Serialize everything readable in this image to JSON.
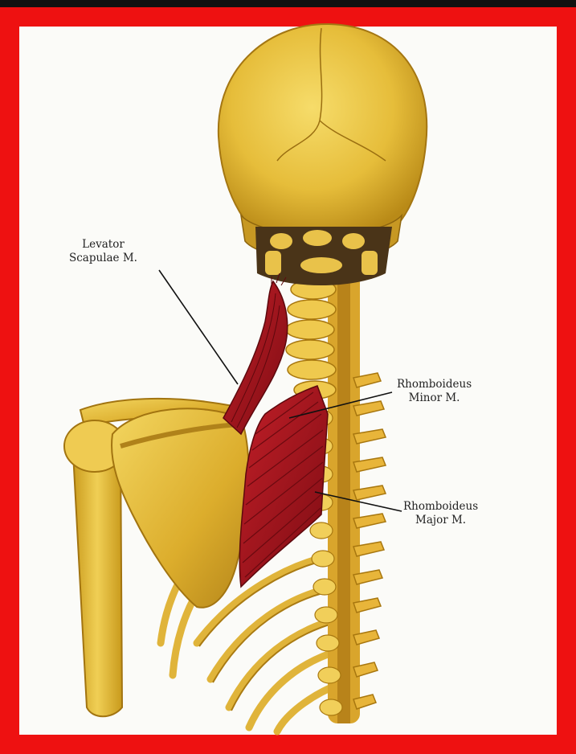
{
  "labels": {
    "levator_scapulae": {
      "line1": "Levator",
      "line2": "Scapulae M."
    },
    "rhomboideus_minor": {
      "line1": "Rhomboideus",
      "line2": "Minor M."
    },
    "rhomboideus_major": {
      "line1": "Rhomboideus",
      "line2": "Major M."
    }
  },
  "colors": {
    "frame_border": "#ee1111",
    "background": "#fbfbf8",
    "bone": "#e6bd3a",
    "bone_shadow": "#b98a17",
    "muscle": "#a3141c",
    "muscle_dark": "#6e0a10"
  }
}
